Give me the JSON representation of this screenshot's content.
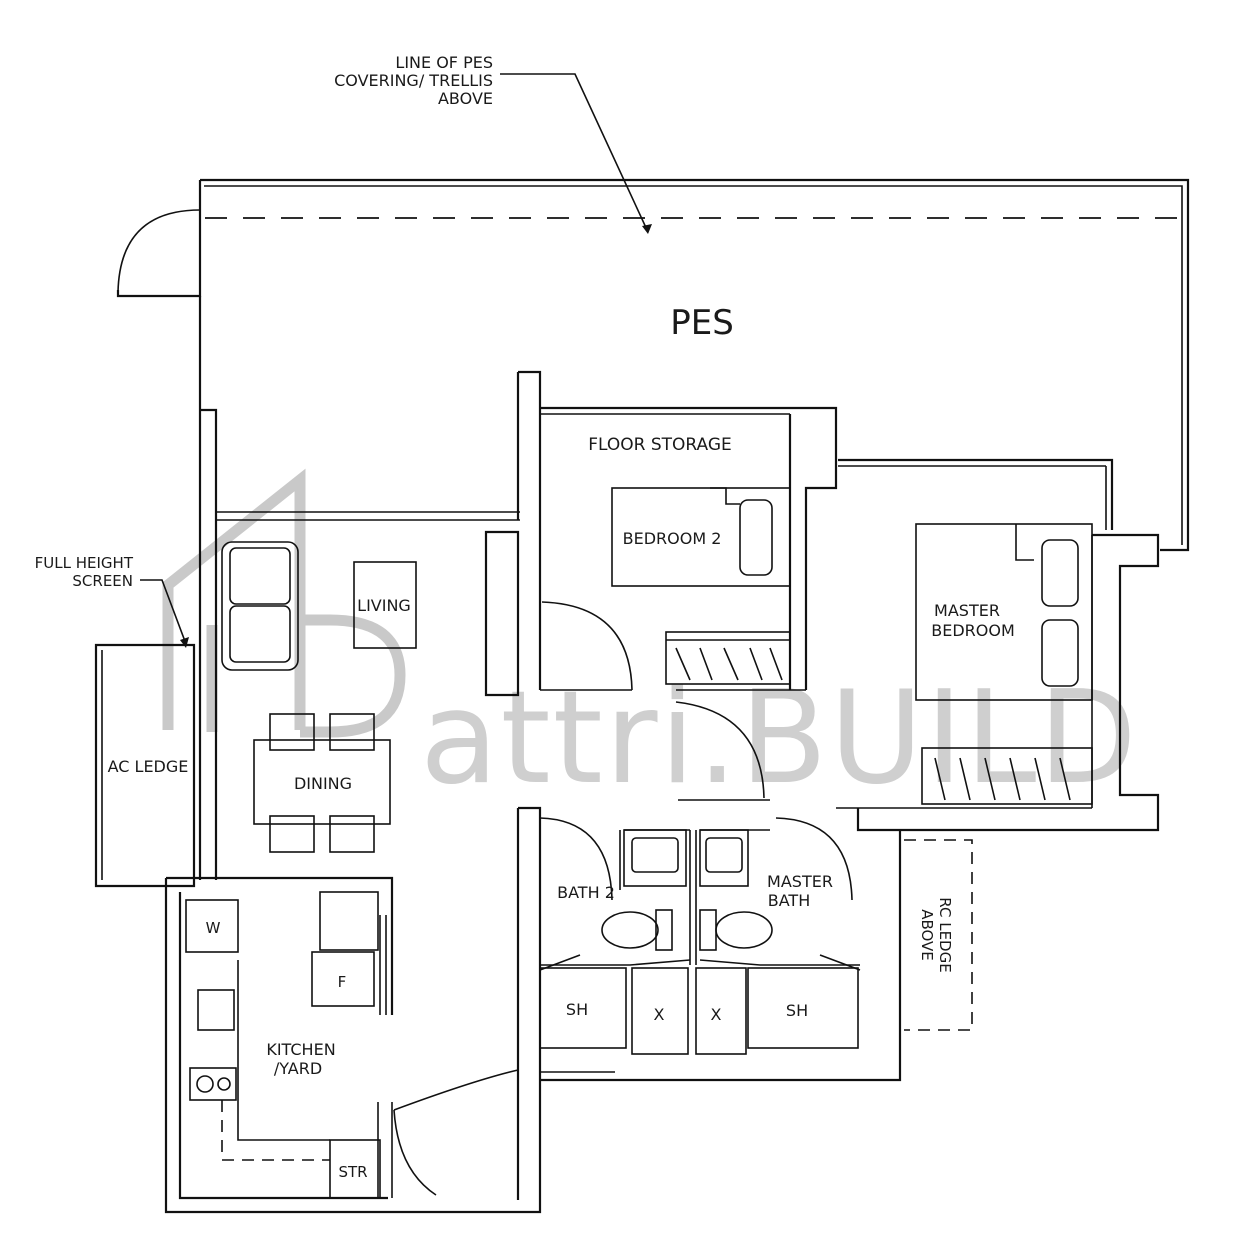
{
  "annotations": {
    "pes_line": [
      "LINE OF PES",
      "COVERING/ TRELLIS",
      "ABOVE"
    ],
    "screen": [
      "FULL HEIGHT",
      "SCREEN"
    ],
    "rc_ledge": [
      "RC LEDGE",
      "ABOVE"
    ]
  },
  "rooms": {
    "pes": "PES",
    "floor_storage": "FLOOR STORAGE",
    "bedroom2": "BEDROOM 2",
    "master_bedroom": [
      "MASTER",
      "BEDROOM"
    ],
    "living": "LIVING",
    "dining": "DINING",
    "ac_ledge": "AC LEDGE",
    "bath2": "BATH 2",
    "master_bath": [
      "MASTER",
      "BATH"
    ],
    "kitchen": [
      "KITCHEN",
      "/YARD"
    ],
    "shower_left": "SH",
    "shower_right": "SH",
    "washer": "W",
    "fridge": "F",
    "store": "STR",
    "shaft_left": "X",
    "shaft_right": "X"
  },
  "watermark": {
    "text": "attri.BUILD",
    "color": "#c9c9c9"
  }
}
